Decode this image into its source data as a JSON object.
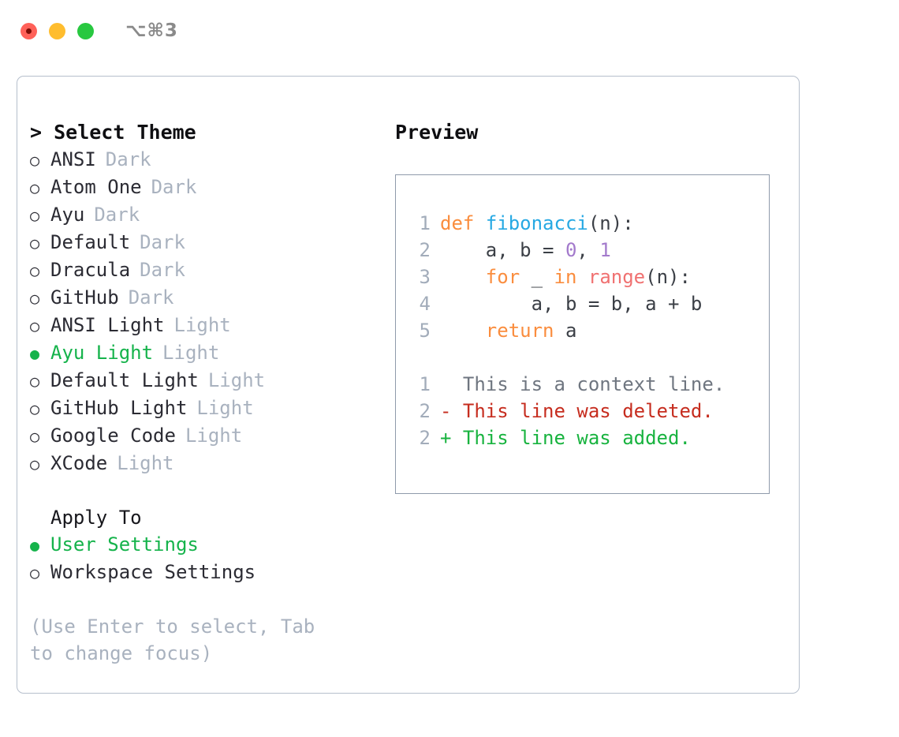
{
  "titlebar": {
    "shortcut": "⌥⌘3",
    "dots": [
      "close",
      "minimize",
      "zoom"
    ]
  },
  "left": {
    "heading": "> Select Theme",
    "themes": [
      {
        "bullet": "○",
        "name": "ANSI",
        "tag": "Dark",
        "selected": false
      },
      {
        "bullet": "○",
        "name": "Atom One",
        "tag": "Dark",
        "selected": false
      },
      {
        "bullet": "○",
        "name": "Ayu",
        "tag": "Dark",
        "selected": false
      },
      {
        "bullet": "○",
        "name": "Default",
        "tag": "Dark",
        "selected": false
      },
      {
        "bullet": "○",
        "name": "Dracula",
        "tag": "Dark",
        "selected": false
      },
      {
        "bullet": "○",
        "name": "GitHub",
        "tag": "Dark",
        "selected": false
      },
      {
        "bullet": "○",
        "name": "ANSI Light",
        "tag": "Light",
        "selected": false
      },
      {
        "bullet": "●",
        "name": "Ayu Light",
        "tag": "Light",
        "selected": true
      },
      {
        "bullet": "○",
        "name": "Default Light",
        "tag": "Light",
        "selected": false
      },
      {
        "bullet": "○",
        "name": "GitHub Light",
        "tag": "Light",
        "selected": false
      },
      {
        "bullet": "○",
        "name": "Google Code",
        "tag": "Light",
        "selected": false
      },
      {
        "bullet": "○",
        "name": "XCode",
        "tag": "Light",
        "selected": false
      }
    ],
    "apply_to_heading": "Apply To",
    "apply_to": [
      {
        "bullet": "●",
        "name": "User Settings",
        "selected": true
      },
      {
        "bullet": "○",
        "name": "Workspace Settings",
        "selected": false
      }
    ],
    "hint": "(Use Enter to select, Tab to change focus)"
  },
  "right": {
    "title": "Preview",
    "code_lines": [
      {
        "num": "1",
        "tokens": [
          {
            "t": "def",
            "c": "kw"
          },
          {
            "t": " ",
            "c": "plain"
          },
          {
            "t": "fibonacci",
            "c": "fn"
          },
          {
            "t": "(n):",
            "c": "plain"
          }
        ]
      },
      {
        "num": "2",
        "tokens": [
          {
            "t": "    a, b = ",
            "c": "plain"
          },
          {
            "t": "0",
            "c": "num"
          },
          {
            "t": ", ",
            "c": "plain"
          },
          {
            "t": "1",
            "c": "num"
          }
        ]
      },
      {
        "num": "3",
        "tokens": [
          {
            "t": "    ",
            "c": "plain"
          },
          {
            "t": "for",
            "c": "kw"
          },
          {
            "t": " _ ",
            "c": "plain"
          },
          {
            "t": "in",
            "c": "kw"
          },
          {
            "t": " ",
            "c": "plain"
          },
          {
            "t": "range",
            "c": "bi"
          },
          {
            "t": "(n):",
            "c": "plain"
          }
        ]
      },
      {
        "num": "4",
        "tokens": [
          {
            "t": "        a, b = b, a + b",
            "c": "plain"
          }
        ]
      },
      {
        "num": "5",
        "tokens": [
          {
            "t": "    ",
            "c": "plain"
          },
          {
            "t": "return",
            "c": "kw"
          },
          {
            "t": " a",
            "c": "plain"
          }
        ]
      }
    ],
    "diff_lines": [
      {
        "num": "1",
        "marker": "  ",
        "text": "This is a context line.",
        "kind": "ctx"
      },
      {
        "num": "2",
        "marker": "- ",
        "text": "This line was deleted.",
        "kind": "del"
      },
      {
        "num": "2",
        "marker": "+ ",
        "text": "This line was added.",
        "kind": "add"
      }
    ]
  },
  "colors": {
    "accent_green": "#15b34b",
    "keyword_orange": "#fa8d3e",
    "function_blue": "#27a9e3",
    "number_purple": "#a37acc",
    "builtin_salmon": "#f07171",
    "muted_gray": "#a9b2bf",
    "diff_delete": "#c62d1f",
    "diff_add": "#18b33f"
  }
}
